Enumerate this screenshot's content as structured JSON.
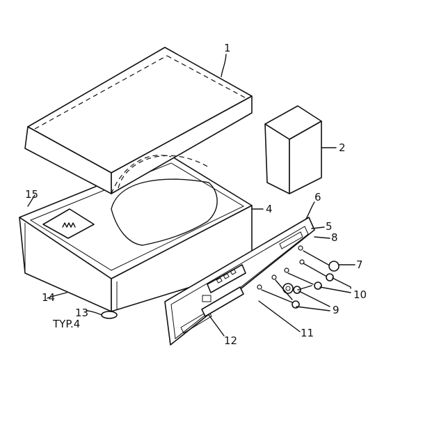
{
  "callouts": {
    "c1": "1",
    "c2": "2",
    "c4": "4",
    "c5": "5",
    "c6": "6",
    "c7": "7",
    "c8": "8",
    "c9": "9",
    "c10": "10",
    "c11": "11",
    "c12": "12",
    "c13": "13",
    "c13_note": "TYP.4",
    "c14": "14",
    "c15": "15"
  }
}
